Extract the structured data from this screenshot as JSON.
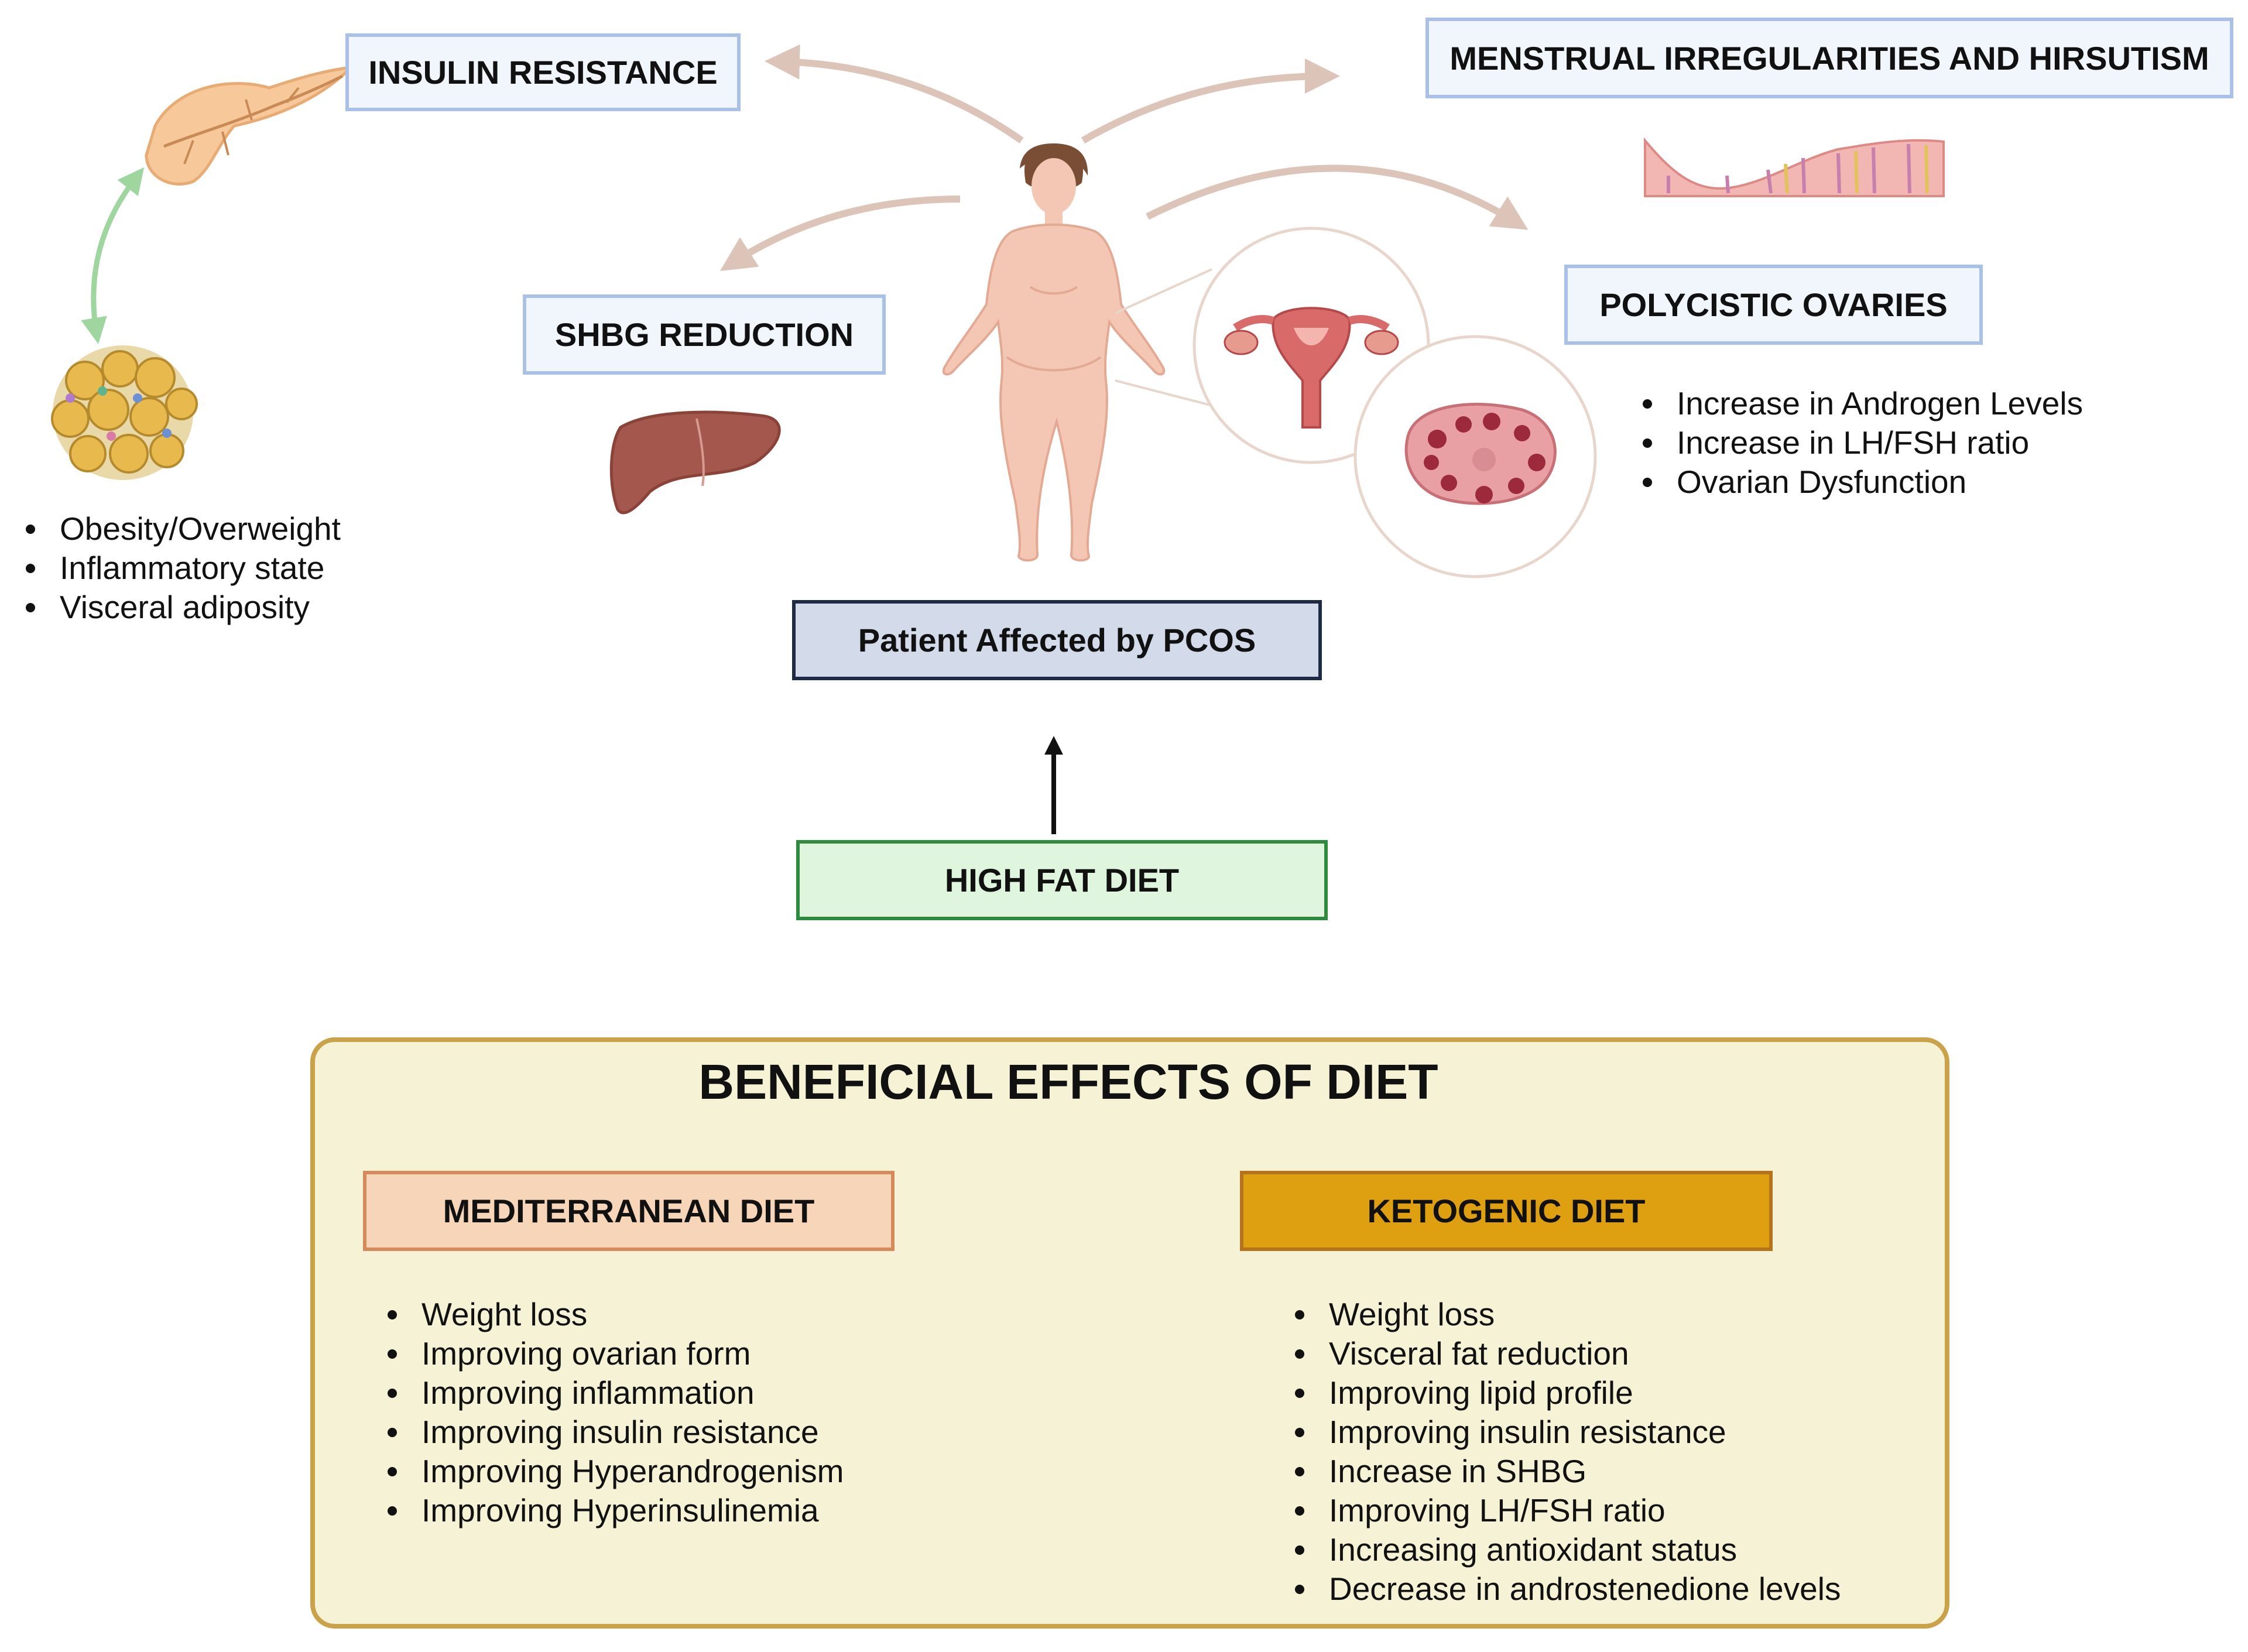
{
  "boxes": {
    "insulin_resistance": "INSULIN RESISTANCE",
    "menstrual": "MENSTRUAL IRREGULARITIES AND HIRSUTISM",
    "shbg_reduction": "SHBG REDUCTION",
    "polycystic_ovaries": "POLYCISTIC OVARIES",
    "patient": "Patient Affected by PCOS",
    "high_fat_diet": "HIGH FAT DIET"
  },
  "adipose_effects": [
    "Obesity/Overweight",
    "Inflammatory state",
    "Visceral adiposity"
  ],
  "ovary_effects": [
    "Increase in Androgen Levels",
    "Increase in LH/FSH ratio",
    "Ovarian Dysfunction"
  ],
  "benefits": {
    "title": "BENEFICIAL EFFECTS OF DIET",
    "mediterranean": {
      "label": "MEDITERRANEAN DIET",
      "items": [
        "Weight loss",
        "Improving ovarian form",
        "Improving inflammation",
        "Improving insulin resistance",
        "Improving Hyperandrogenism",
        "Improving Hyperinsulinemia"
      ]
    },
    "ketogenic": {
      "label": "KETOGENIC DIET",
      "items": [
        "Weight loss",
        "Visceral fat reduction",
        "Improving lipid profile",
        "Improving insulin resistance",
        "Increase in SHBG",
        "Improving LH/FSH ratio",
        "Increasing antioxidant status",
        "Decrease in androstenedione levels"
      ]
    }
  },
  "colors": {
    "cause_box_border": "#a9c1e6",
    "patient_box_border": "#1f2a44",
    "diet_box_border": "#2e8b3e",
    "panel_background": "#f5f2d6",
    "panel_border": "#c9a24a",
    "mediterranean_fill": "#f6d5b8",
    "ketogenic_fill": "#dea010",
    "arrow_color": "#dcc4b8"
  },
  "icons": [
    "pancreas-icon",
    "adipose-tissue-icon",
    "liver-icon",
    "woman-figure-icon",
    "uterus-icon",
    "polycystic-ovary-icon",
    "endometrium-tissue-icon"
  ]
}
